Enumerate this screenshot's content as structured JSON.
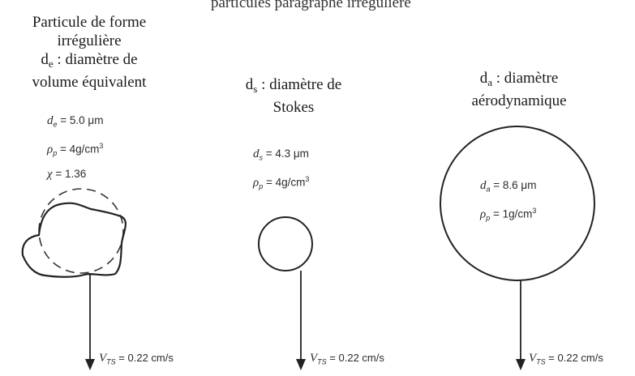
{
  "header_partial": "particules paragraphe irrégulière",
  "panels": [
    {
      "caption_lines": [
        "Particule de forme",
        "irrégulière"
      ],
      "caption_symbol": "d",
      "caption_sub": "e",
      "caption_rest": " : diamètre de",
      "caption_last": "volume équivalent",
      "params": [
        {
          "sym": "d",
          "sub": "e",
          "value": " = 5.0 μm"
        },
        {
          "sym": "ρ",
          "sub": "p",
          "value": " = 4g/cm",
          "sup": "3"
        },
        {
          "sym": "χ",
          "sub": "",
          "value": " = 1.36"
        }
      ],
      "velocity": {
        "sym": "V",
        "sub": "TS",
        "value": " = 0.22 cm/s"
      }
    },
    {
      "caption_symbol": "d",
      "caption_sub": "s",
      "caption_rest": " : diamètre de",
      "caption_last": "Stokes",
      "params": [
        {
          "sym": "d",
          "sub": "s",
          "value": " = 4.3 μm"
        },
        {
          "sym": "ρ",
          "sub": "p",
          "value": " = 4g/cm",
          "sup": "3"
        }
      ],
      "velocity": {
        "sym": "V",
        "sub": "TS",
        "value": " = 0.22 cm/s"
      }
    },
    {
      "caption_symbol": "d",
      "caption_sub": "a",
      "caption_rest": " : diamètre",
      "caption_last": "aérodynamique",
      "params": [
        {
          "sym": "d",
          "sub": "a",
          "value": " = 8.6 μm"
        },
        {
          "sym": "ρ",
          "sub": "p",
          "value": " = 1g/cm",
          "sup": "3"
        }
      ],
      "velocity": {
        "sym": "V",
        "sub": "TS",
        "value": " = 0.22 cm/s"
      }
    }
  ]
}
